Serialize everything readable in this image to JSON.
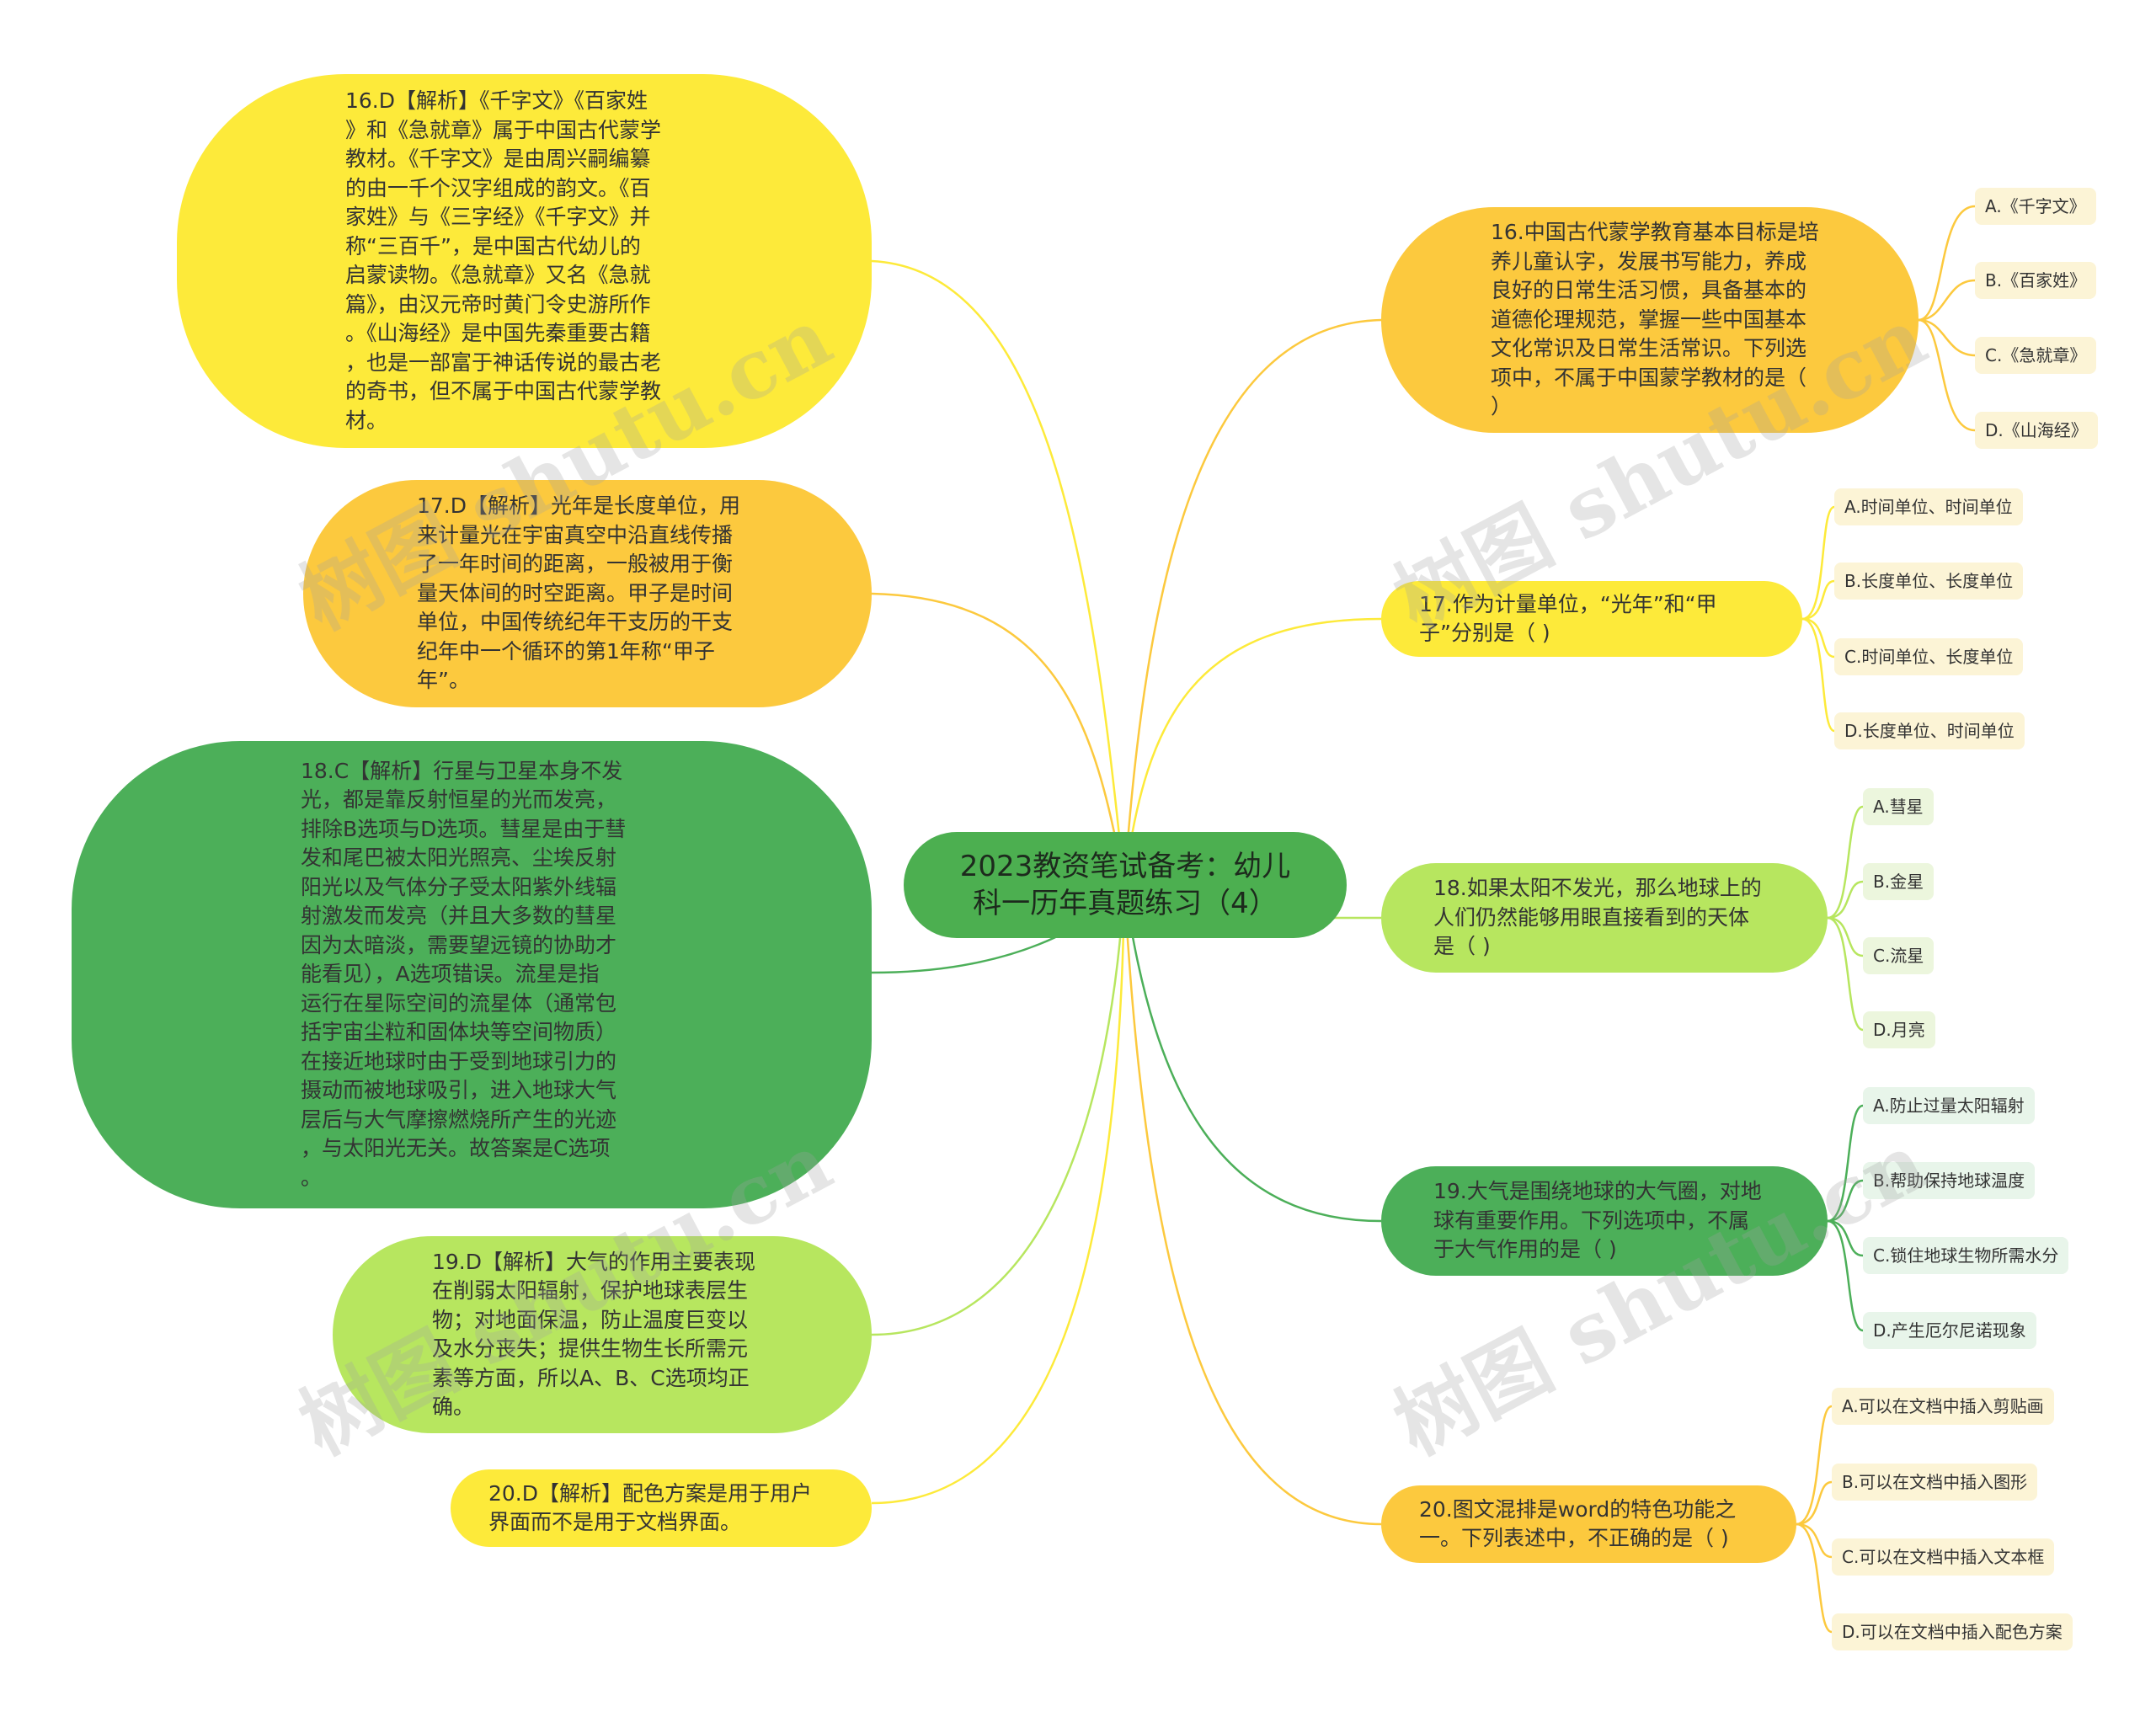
{
  "root": {
    "title": "2023教资笔试备考：幼儿\n科一历年真题练习（4）"
  },
  "explanations": [
    {
      "text": "16.D【解析】《千字文》《百家姓\n》和《急就章》属于中国古代蒙学\n教材。《千字文》是由周兴嗣编纂\n的由一千个汉字组成的韵文。《百\n家姓》与《三字经》《千字文》并\n称“三百千”，是中国古代幼儿的\n启蒙读物。《急就章》又名《急就\n篇》，由汉元帝时黄门令史游所作\n。《山海经》是中国先秦重要古籍\n，也是一部富于神话传说的最古老\n的奇书，但不属于中国古代蒙学教\n材。"
    },
    {
      "text": "17.D【解析】光年是长度单位，用\n来计量光在宇宙真空中沿直线传播\n了一年时间的距离，一般被用于衡\n量天体间的时空距离。甲子是时间\n单位，中国传统纪年干支历的干支\n纪年中一个循环的第1年称“甲子\n年”。"
    },
    {
      "text": "18.C【解析】行星与卫星本身不发\n光，都是靠反射恒星的光而发亮，\n排除B选项与D选项。彗星是由于彗\n发和尾巴被太阳光照亮、尘埃反射\n阳光以及气体分子受太阳紫外线辐\n射激发而发亮（并且大多数的彗星\n因为太暗淡，需要望远镜的协助才\n能看见），A选项错误。流星是指\n运行在星际空间的流星体（通常包\n括宇宙尘粒和固体块等空间物质）\n在接近地球时由于受到地球引力的\n摄动而被地球吸引，进入地球大气\n层后与大气摩擦燃烧所产生的光迹\n，与太阳光无关。故答案是C选项\n。"
    },
    {
      "text": "19.D【解析】大气的作用主要表现\n在削弱太阳辐射，保护地球表层生\n物；对地面保温，防止温度巨变以\n及水分丧失；提供生物生长所需元\n素等方面，所以A、B、C选项均正\n确。"
    },
    {
      "text": "20.D【解析】配色方案是用于用户\n界面而不是用于文档界面。"
    }
  ],
  "questions": [
    {
      "text": "16.中国古代蒙学教育基本目标是培\n养儿童认字，发展书写能力，养成\n良好的日常生活习惯，具备基本的\n道德伦理规范，掌握一些中国基本\n文化常识及日常生活常识。下列选\n项中，不属于中国蒙学教材的是（\n）",
      "options": [
        "A.《千字文》",
        "B.《百家姓》",
        "C.《急就章》",
        "D.《山海经》"
      ]
    },
    {
      "text": "17.作为计量单位，“光年”和“甲\n子”分别是（ )",
      "options": [
        "A.时间单位、时间单位",
        "B.长度单位、长度单位",
        "C.时间单位、长度单位",
        "D.长度单位、时间单位"
      ]
    },
    {
      "text": "18.如果太阳不发光，那么地球上的\n人们仍然能够用眼直接看到的天体\n是（ )",
      "options": [
        "A.彗星",
        "B.金星",
        "C.流星",
        "D.月亮"
      ]
    },
    {
      "text": "19.大气是围绕地球的大气圈，对地\n球有重要作用。下列选项中，不属\n于大气作用的是（ )",
      "options": [
        "A.防止过量太阳辐射",
        "B.帮助保持地球温度",
        "C.锁住地球生物所需水分",
        "D.产生厄尔尼诺现象"
      ]
    },
    {
      "text": "20.图文混排是word的特色功能之\n一。下列表述中，不正确的是（ )",
      "options": [
        "A.可以在文档中插入剪贴画",
        "B.可以在文档中插入图形",
        "C.可以在文档中插入文本框",
        "D.可以在文档中插入配色方案"
      ]
    }
  ],
  "watermark": {
    "text": "树图 shutu.cn"
  },
  "colors": {
    "yellow": "#fdea3a",
    "orange": "#fcc93e",
    "green": "#4caf59",
    "lime": "#b7e65f",
    "root": "#4caf50"
  }
}
